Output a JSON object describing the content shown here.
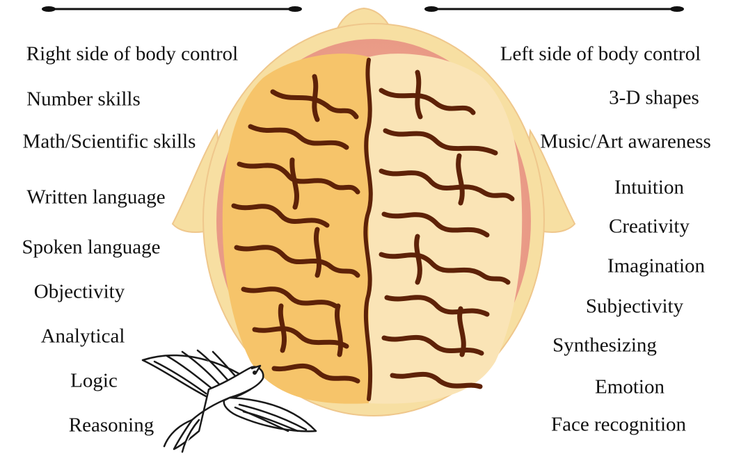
{
  "left_labels": [
    "Right side of body control",
    "Number skills",
    "Math/Scientific skills",
    "Written language",
    "Spoken language",
    "Objectivity",
    "Analytical",
    "Logic",
    "Reasoning"
  ],
  "right_labels": [
    "Left side of body control",
    "3-D shapes",
    "Music/Art awareness",
    "Intuition",
    "Creativity",
    "Imagination",
    "Subjectivity",
    "Synthesizing",
    "Emotion",
    "Face recognition"
  ],
  "colors": {
    "head": "#f7dfa2",
    "head_outline": "#efc78c",
    "scalp_glow": "#e9a089",
    "left_hemisphere": "#f6c46a",
    "right_hemisphere": "#fae4b6",
    "sulci": "#5e2208",
    "text": "#111111",
    "bird_outline": "#1a1a1a"
  }
}
